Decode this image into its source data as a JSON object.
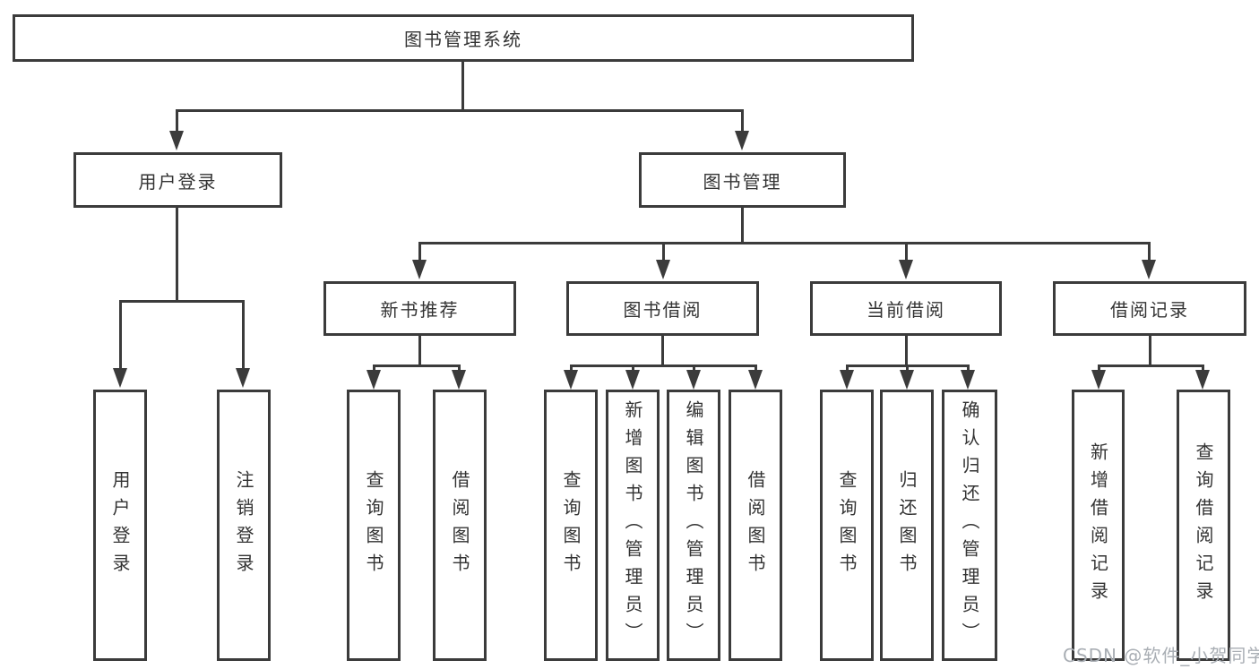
{
  "root": {
    "label": "图书管理系统"
  },
  "branches": {
    "user": {
      "label": "用户登录",
      "leaves": [
        "用户登录",
        "注销登录"
      ]
    },
    "book": {
      "label": "图书管理",
      "children": {
        "recommend": {
          "label": "新书推荐",
          "leaves": [
            "查询图书",
            "借阅图书"
          ]
        },
        "borrow": {
          "label": "图书借阅",
          "leaves": [
            "查询图书",
            "新增图书（管理员）",
            "编辑图书（管理员）",
            "借阅图书"
          ]
        },
        "current": {
          "label": "当前借阅",
          "leaves": [
            "查询图书",
            "归还图书",
            "确认归还（管理员）"
          ]
        },
        "records": {
          "label": "借阅记录",
          "leaves": [
            "新增借阅记录",
            "查询借阅记录"
          ]
        }
      }
    }
  },
  "watermark": "CSDN @软件_小贺同学",
  "colors": {
    "line": "#3b3b3b",
    "text": "#333333",
    "watermark": "#a9aeb4",
    "background": "#ffffff"
  }
}
